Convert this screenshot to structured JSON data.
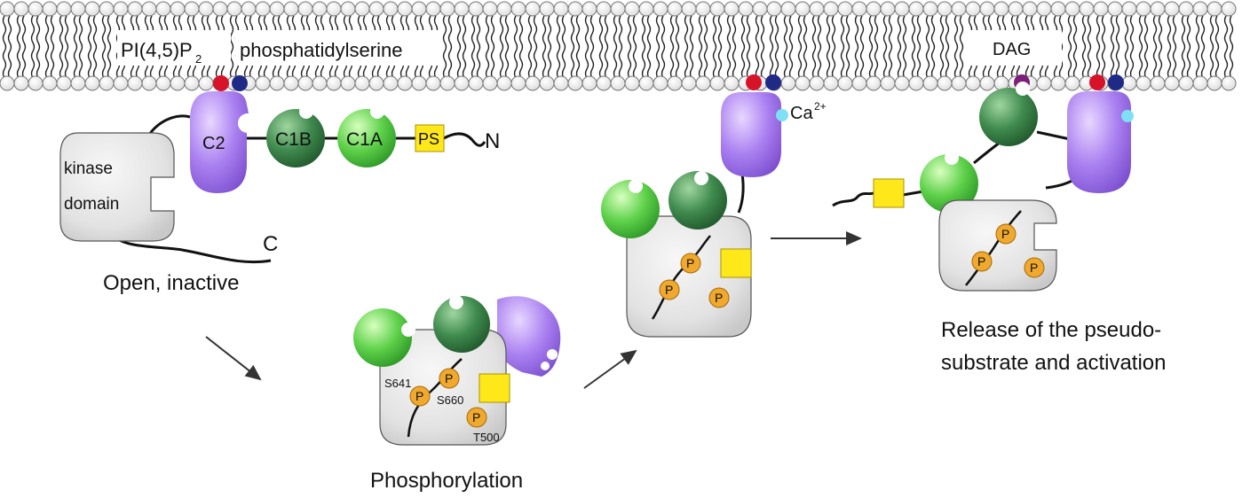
{
  "membrane": {
    "labels": {
      "pip2": "PI(4,5)P",
      "pip2_sub": "2",
      "ps": "phosphatidylserine",
      "dag": "DAG"
    }
  },
  "stage1": {
    "domains": {
      "c2": "C2",
      "c1b": "C1B",
      "c1a": "C1A",
      "ps": "PS"
    },
    "kinase_line1": "kinase",
    "kinase_line2": "domain",
    "n_term": "N",
    "c_term": "C",
    "caption": "Open, inactive"
  },
  "stage2": {
    "sites": {
      "s641": "S641",
      "s660": "S660",
      "t500": "T500"
    },
    "p_label": "P",
    "caption": "Phosphorylation"
  },
  "stage3": {
    "ca_label": "Ca",
    "ca_sup": "2+",
    "p_label": "P"
  },
  "stage4": {
    "p_label": "P",
    "caption_line1": "Release of the pseudo-",
    "caption_line2": "substrate and activation"
  },
  "colors": {
    "c2_purple": "#a77be8",
    "c1b_dark_green": "#3f8a4e",
    "c1a_light_green": "#5ed14a",
    "pseudosubstrate_yellow": "#ffe81a",
    "kinase_grey": "#e2e2e2",
    "phosphate_orange": "#f0a92e",
    "lipid_red": "#d7132a",
    "lipid_navy": "#1f2a86",
    "dag_purple": "#7a1f7a",
    "calcium_cyan": "#7fe0f5"
  }
}
